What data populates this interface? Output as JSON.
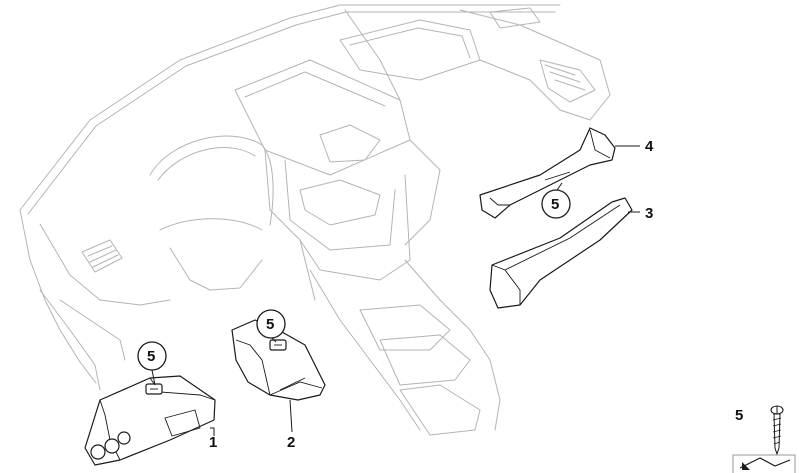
{
  "callouts": {
    "part_1": "1",
    "part_2": "2",
    "part_3": "3",
    "part_4": "4"
  },
  "reference_circles": {
    "screw_ref_a": "5",
    "screw_ref_b": "5",
    "screw_ref_c": "5"
  },
  "legend": {
    "item_number": "5"
  },
  "icons": {
    "screw": "screw-icon",
    "arrow": "arrow-icon"
  }
}
